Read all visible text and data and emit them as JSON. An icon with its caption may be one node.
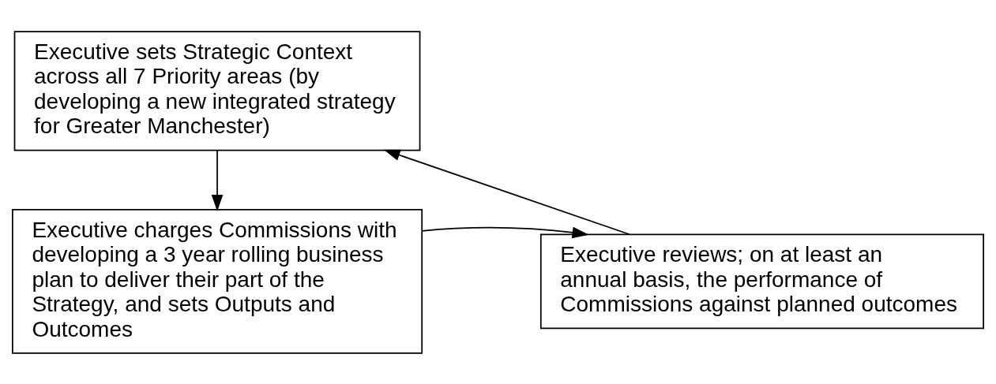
{
  "diagram": {
    "nodes": [
      {
        "text": [
          "Executive sets Strategic Context across all 7 Priority areas (by developing a new integrated strategy for Greater Manchester)"
        ]
      },
      {
        "text": [
          "Executive charges Commissions with developing a 3 year rolling business plan to deliver their part of the Strategy, and sets Outputs and Outcomes"
        ]
      },
      {
        "text": [
          "Executive reviews; on at least an annual basis, the performance of Commissions against planned outcomes"
        ]
      }
    ],
    "edges": [
      {
        "from": 0,
        "to": 1,
        "arrow": "to"
      },
      {
        "from": 1,
        "to": 2,
        "arrow": "to"
      },
      {
        "from": 2,
        "to": 0,
        "arrow": "to"
      }
    ]
  }
}
